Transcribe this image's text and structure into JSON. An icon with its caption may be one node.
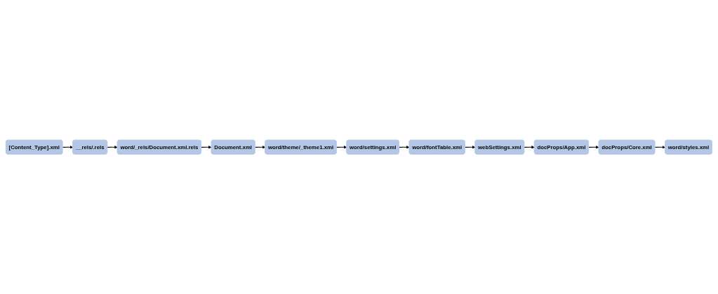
{
  "diagram": {
    "nodes": [
      {
        "text": [
          "[Content_Type].xml"
        ]
      },
      {
        "text": [
          "__rels/.rels"
        ]
      },
      {
        "text": [
          "word/_rels/Document.xml.rels"
        ]
      },
      {
        "text": [
          "Document.xml"
        ]
      },
      {
        "text": [
          "word/theme/_theme1.xml"
        ]
      },
      {
        "text": [
          "word/settings.xml"
        ]
      },
      {
        "text": [
          "word/fontTable.xml"
        ]
      },
      {
        "text": [
          "webSettings.xml"
        ]
      },
      {
        "text": [
          "docProps/App.xml"
        ]
      },
      {
        "text": [
          "docProps/Core.xml"
        ]
      },
      {
        "text": [
          "word/styles.xml"
        ]
      }
    ],
    "edges": [
      {
        "from": 0,
        "to": 1,
        "arrow": "to"
      },
      {
        "from": 1,
        "to": 2,
        "arrow": "to"
      },
      {
        "from": 2,
        "to": 3,
        "arrow": "to"
      },
      {
        "from": 3,
        "to": 4,
        "arrow": "to"
      },
      {
        "from": 4,
        "to": 5,
        "arrow": "to"
      },
      {
        "from": 5,
        "to": 6,
        "arrow": "to"
      },
      {
        "from": 6,
        "to": 7,
        "arrow": "to"
      },
      {
        "from": 7,
        "to": 8,
        "arrow": "to"
      },
      {
        "from": 8,
        "to": 9,
        "arrow": "to"
      },
      {
        "from": 9,
        "to": 10,
        "arrow": "to"
      }
    ]
  }
}
